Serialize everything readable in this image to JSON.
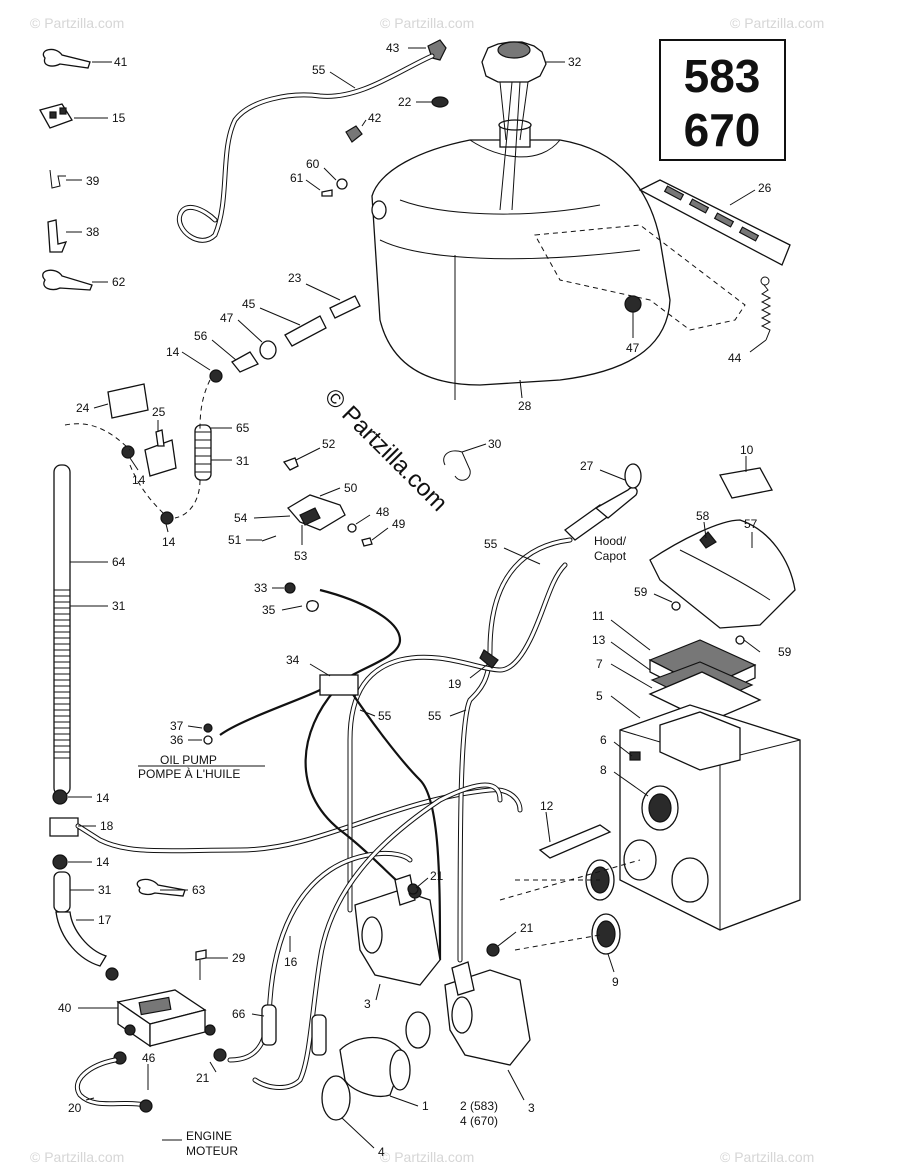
{
  "model_box": {
    "line1": "583",
    "line2": "670"
  },
  "copyright": "© Partzilla.com",
  "watermark": "© Partzilla.com",
  "captions": {
    "hood": "Hood/",
    "capot": "Capot",
    "oil_pump": "OIL PUMP",
    "pompe_huile": "POMPE À L'HUILE",
    "engine": "ENGINE",
    "moteur": "MOTEUR",
    "variant_583": "2 (583)",
    "variant_670": "4 (670)"
  },
  "callouts": [
    "41",
    "15",
    "39",
    "38",
    "62",
    "43",
    "55",
    "32",
    "22",
    "42",
    "60",
    "61",
    "26",
    "23",
    "45",
    "47",
    "56",
    "14",
    "24",
    "25",
    "65",
    "31",
    "14",
    "14",
    "52",
    "50",
    "54",
    "48",
    "49",
    "51",
    "53",
    "30",
    "27",
    "10",
    "58",
    "57",
    "55",
    "59",
    "11",
    "13",
    "7",
    "5",
    "6",
    "8",
    "12",
    "19",
    "55",
    "55",
    "34",
    "33",
    "35",
    "37",
    "36",
    "64",
    "31",
    "14",
    "18",
    "14",
    "31",
    "63",
    "17",
    "21",
    "21",
    "29",
    "16",
    "66",
    "3",
    "3",
    "1",
    "4",
    "40",
    "46",
    "20",
    "21",
    "9",
    "44",
    "47",
    "28",
    "59"
  ]
}
